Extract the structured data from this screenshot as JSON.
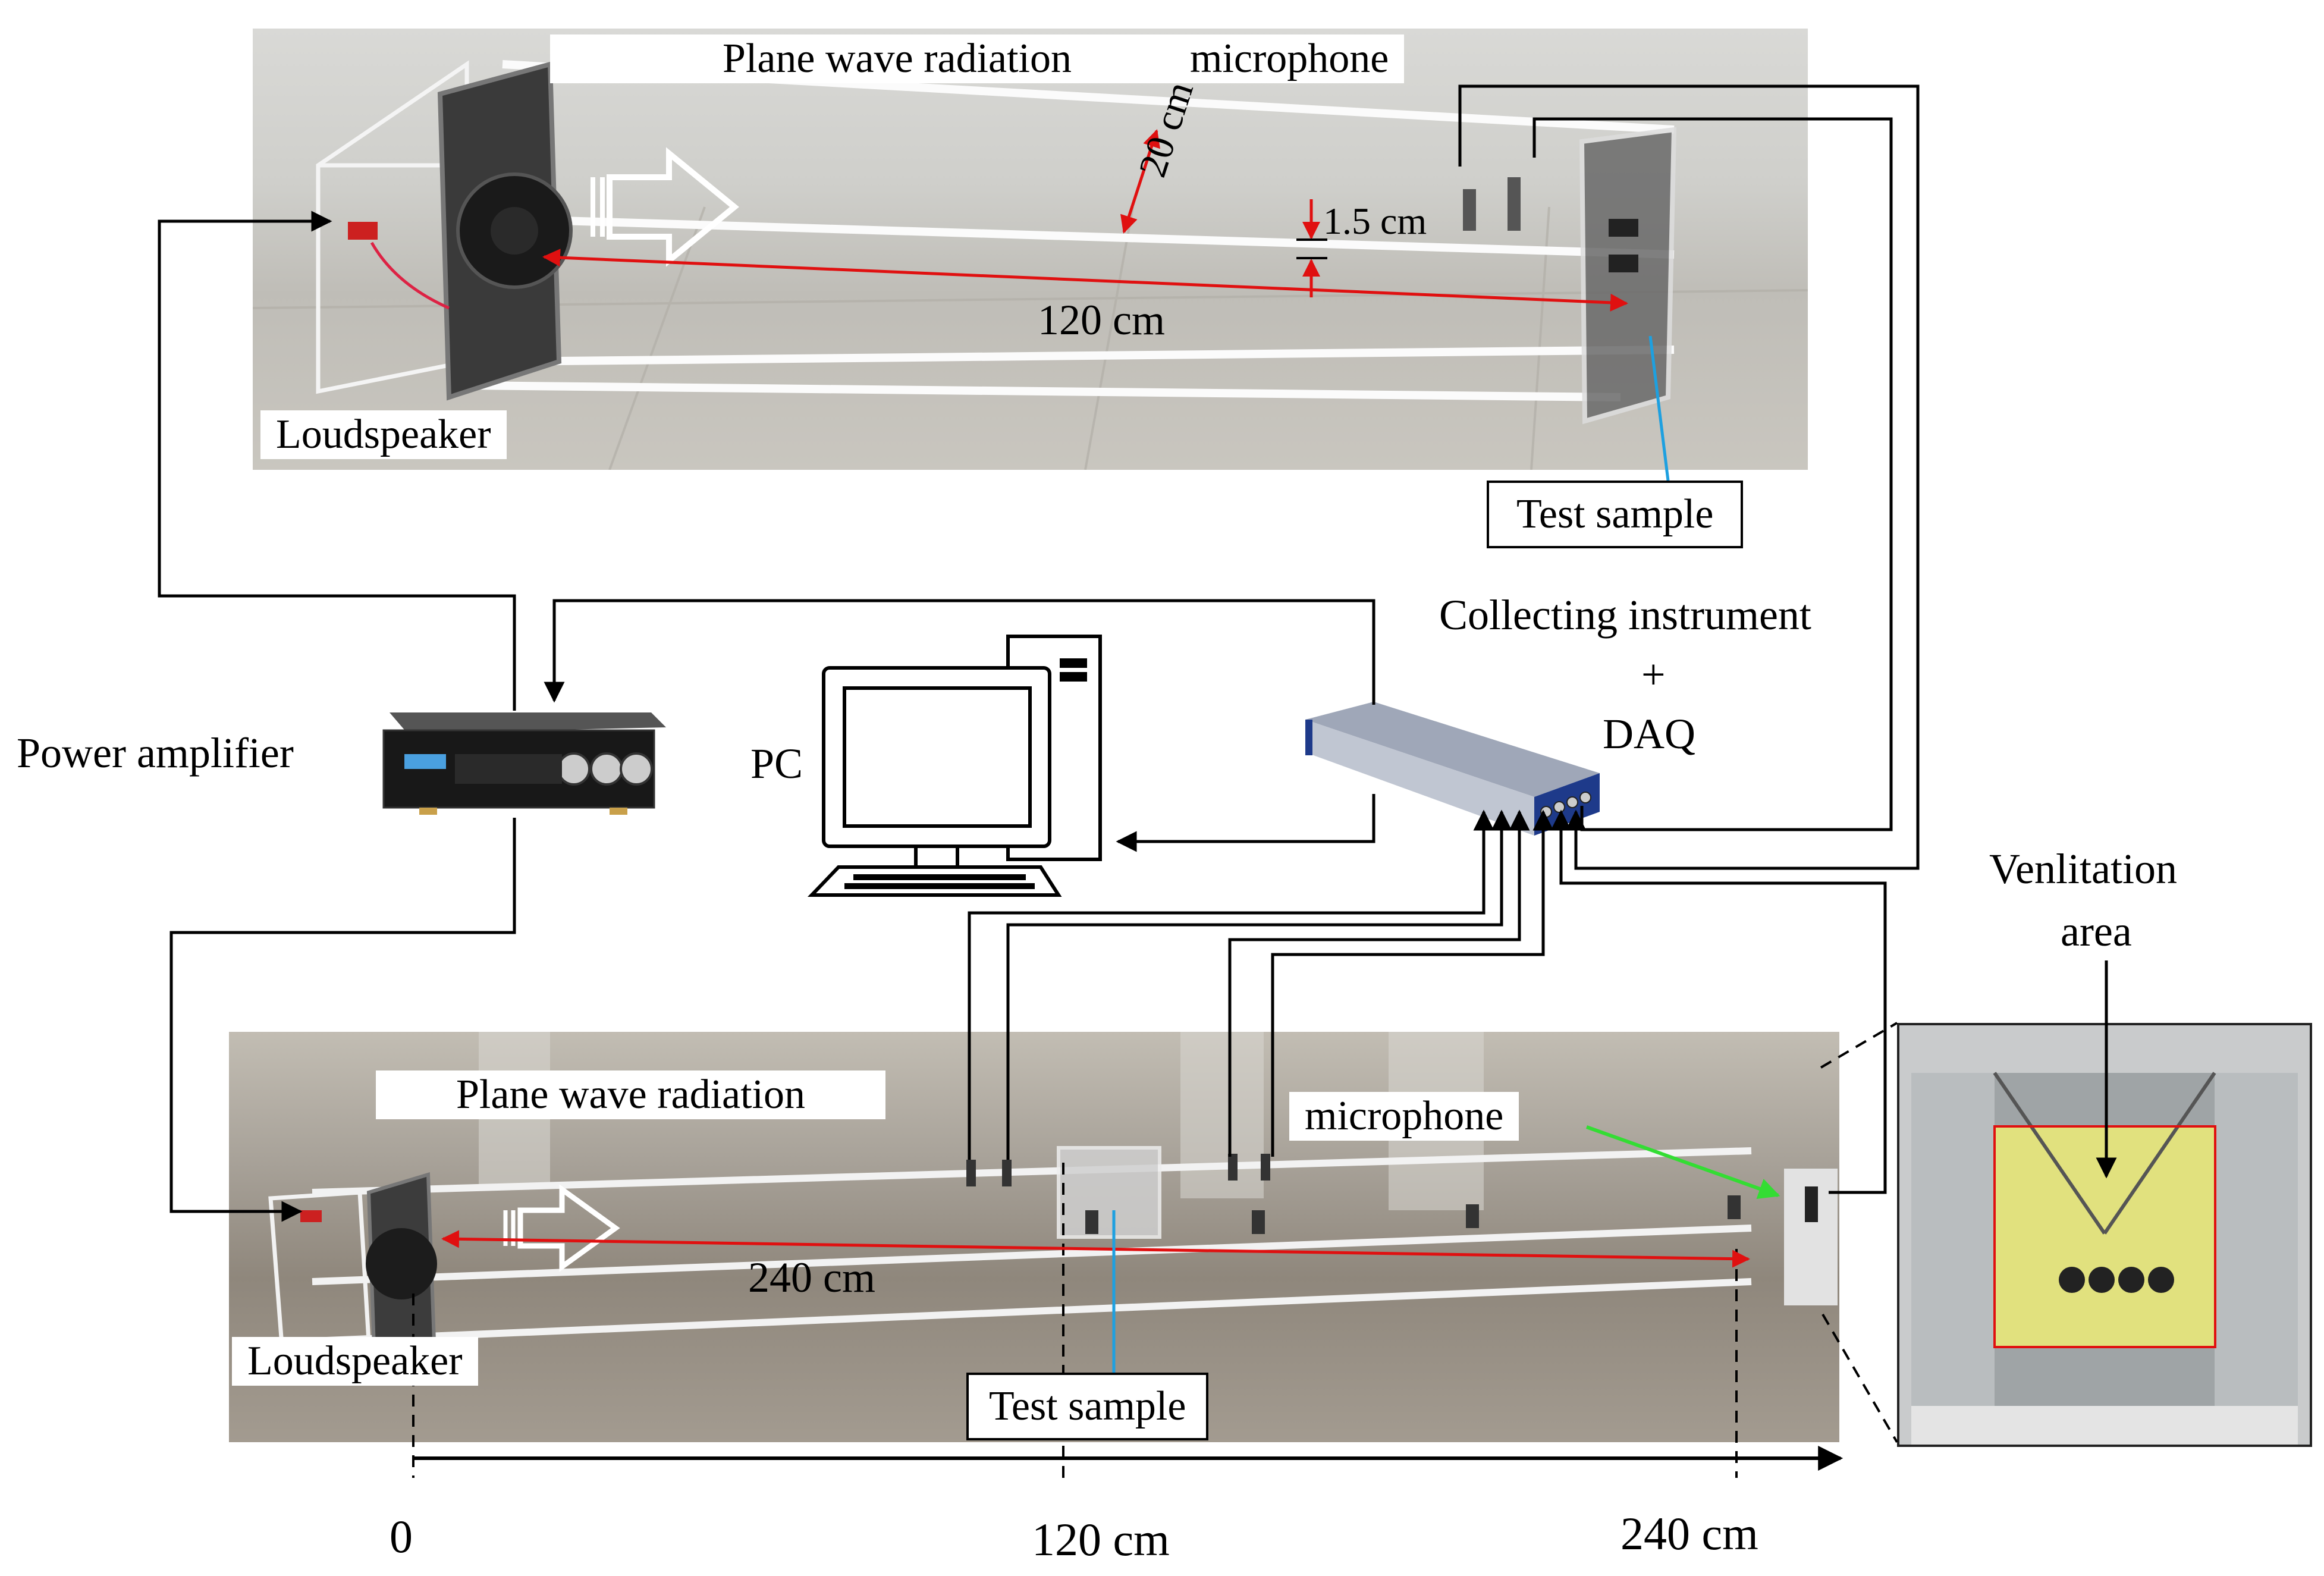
{
  "top_setup": {
    "title_plane_wave": "Plane wave radiation",
    "microphone": "microphone",
    "dim_height": "20 cm",
    "dim_gap": "1.5 cm",
    "dim_length": "120 cm",
    "loudspeaker": "Loudspeaker",
    "test_sample": "Test sample"
  },
  "instruments": {
    "collecting_line1": "Collecting instrument",
    "collecting_plus": "+",
    "collecting_line2": "DAQ",
    "pc": "PC",
    "power_amplifier": "Power amplifier"
  },
  "bottom_setup": {
    "title_plane_wave": "Plane wave radiation",
    "microphone": "microphone",
    "dim_length": "240 cm",
    "loudspeaker": "Loudspeaker",
    "test_sample": "Test sample"
  },
  "ventilation": {
    "line1": "Venlitation",
    "line2": "area"
  },
  "axis": {
    "tick_0": "0",
    "tick_120": "120 cm",
    "tick_240": "240 cm"
  },
  "colors": {
    "dimension_red": "#e01010",
    "pointer_blue": "#1ea0e0",
    "pointer_green": "#33dd33",
    "highlight_yellow": "#e8e87a"
  }
}
